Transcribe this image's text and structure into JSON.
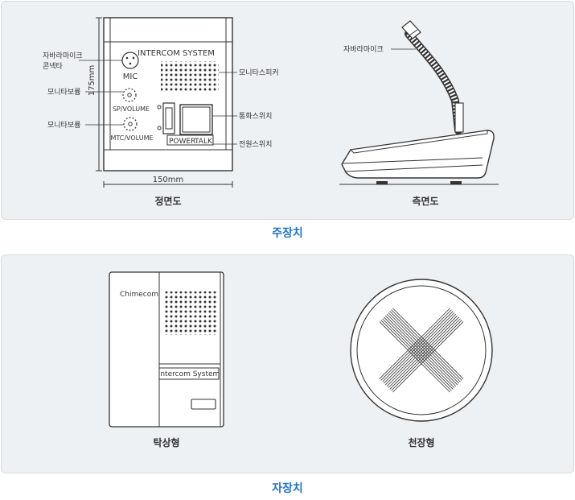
{
  "main_unit": {
    "section_title": "주장치",
    "front_view": {
      "caption": "정면도",
      "system_label": "INTERCOM SYSTEM",
      "mic_label": "MIC",
      "sp_volume_label": "SP/VOLUME",
      "mtc_volume_label": "MTC/VOLUME",
      "power_label": "POWER",
      "talk_label": "TALK",
      "width_dim": "150mm",
      "height_dim": "175mm",
      "callouts": {
        "mic_connector_line1": "자바라마이크",
        "mic_connector_line2": "콘넥타",
        "monitor_volume_1": "모니타보륨",
        "monitor_volume_2": "모니타보륨",
        "monitor_speaker": "모니타스피커",
        "talk_switch": "통화스위치",
        "power_switch": "전원스위치"
      }
    },
    "side_view": {
      "caption": "측면도",
      "mic_callout": "자바라마이크"
    }
  },
  "sub_unit": {
    "section_title": "자장치",
    "desk_type": {
      "caption": "탁상형",
      "brand": "Chimecom",
      "system_label": "Intercom System"
    },
    "ceiling_type": {
      "caption": "천장형"
    }
  }
}
